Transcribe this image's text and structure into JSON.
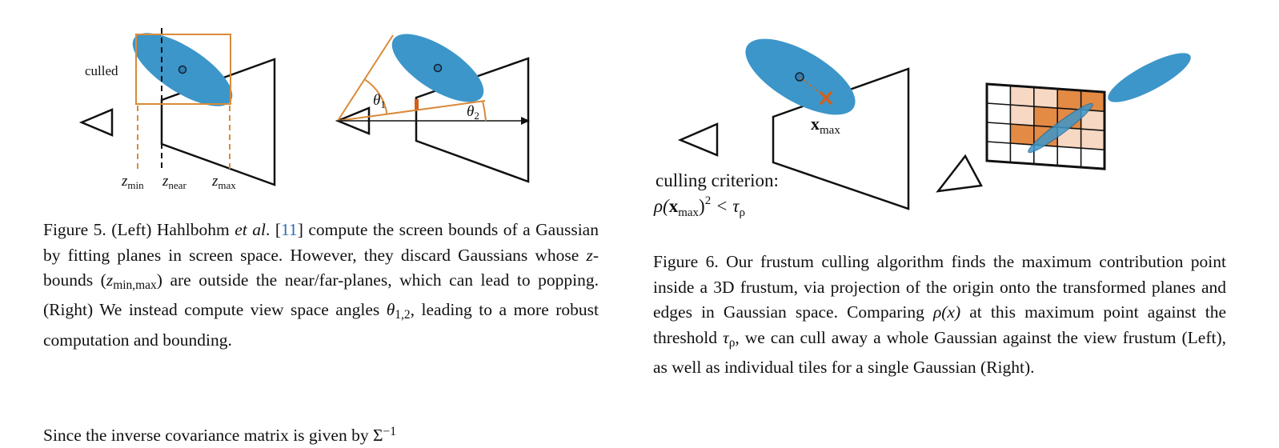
{
  "figure5": {
    "labels": {
      "culled": "culled",
      "theta1": "1",
      "theta2": "2",
      "z_min": "min",
      "z_near": "near",
      "z_max": "max"
    },
    "caption": {
      "fig_label": "Figure 5.",
      "part1": " (Left) Hahlbohm ",
      "etal": "et al",
      "part2": ". [",
      "cite": "11",
      "part3": "] compute the screen bounds of a Gaussian by fitting planes in screen space. However, they discard Gaussians whose ",
      "z_var": "z",
      "part4": "-bounds (",
      "zminmax": "min,max",
      "part5": ") are outside the near/far-planes, which can lead to popping. (Right) We instead compute view space angles ",
      "theta12": "1,2",
      "part6": ", leading to a more robust computation and bounding."
    }
  },
  "figure6": {
    "labels": {
      "x_max": "max",
      "criterion_line1": "culling criterion:",
      "criterion_rho": "ρ(",
      "criterion_sub": "max",
      "criterion_tail": ")",
      "criterion_sup": "2",
      "criterion_lt": " < τ",
      "criterion_tau_sub": "ρ"
    },
    "caption": {
      "fig_label": "Figure 6.",
      "part1": " Our frustum culling algorithm finds the maximum contribution point inside a 3D frustum, via projection of the origin onto the transformed planes and edges in Gaussian space. Comparing ",
      "rho_x": "ρ(x)",
      "part2": " at this maximum point against the threshold ",
      "tau": "τ",
      "tau_sub": "ρ",
      "part3": ", we can cull away a whole Gaussian against the view frustum (Left), as well as individual tiles for a single Gaussian (Right)."
    }
  },
  "body_partial": {
    "text": "Since the inverse covariance matrix is given by Σ",
    "sup": "−1"
  },
  "colors": {
    "gaussian_blue": "#3d96c9",
    "accent_orange": "#d98b3a",
    "tile_dark": "#e38a45",
    "tile_light": "#f7d8c2",
    "outline": "#111111"
  }
}
